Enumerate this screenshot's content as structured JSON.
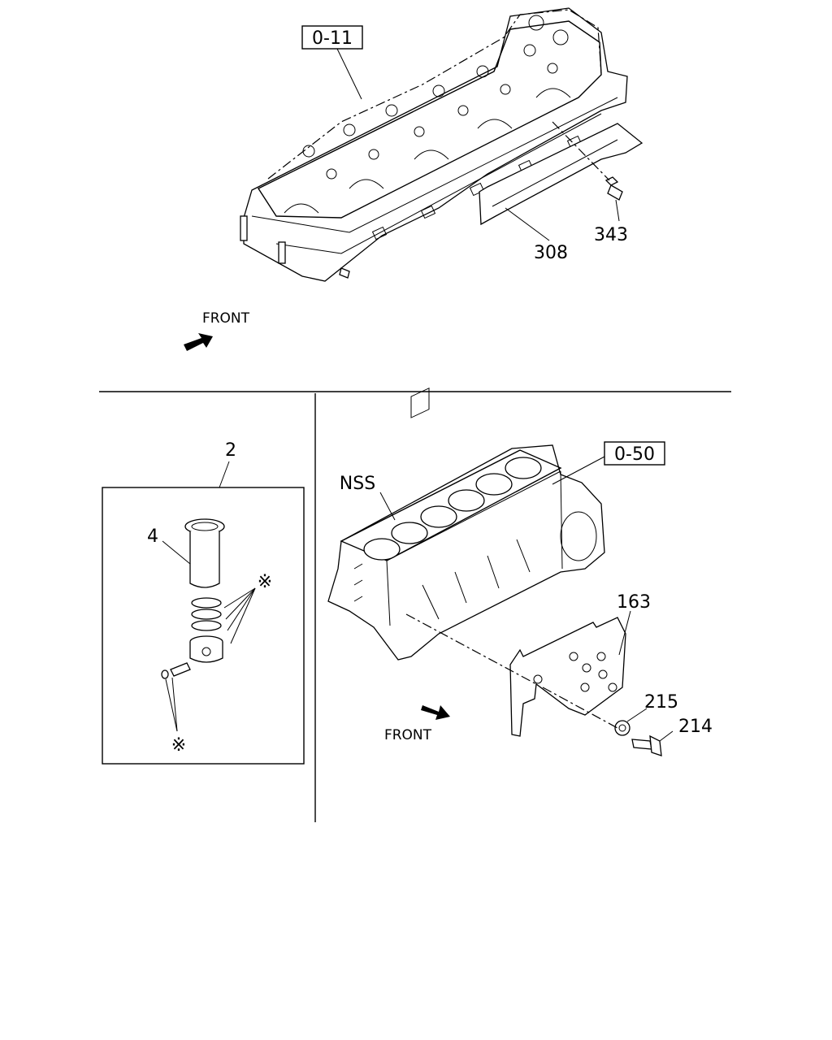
{
  "callouts": {
    "head_ref": "0-11",
    "bolt_343": "343",
    "gasket_308": "308",
    "front_top": "FRONT",
    "kit_2": "2",
    "liner_4": "4",
    "mark_rings": "※",
    "mark_pins": "※",
    "nss": "NSS",
    "block_ref": "0-50",
    "plate_163": "163",
    "washer_215": "215",
    "bolt_214": "214",
    "front_bottom": "FRONT"
  }
}
